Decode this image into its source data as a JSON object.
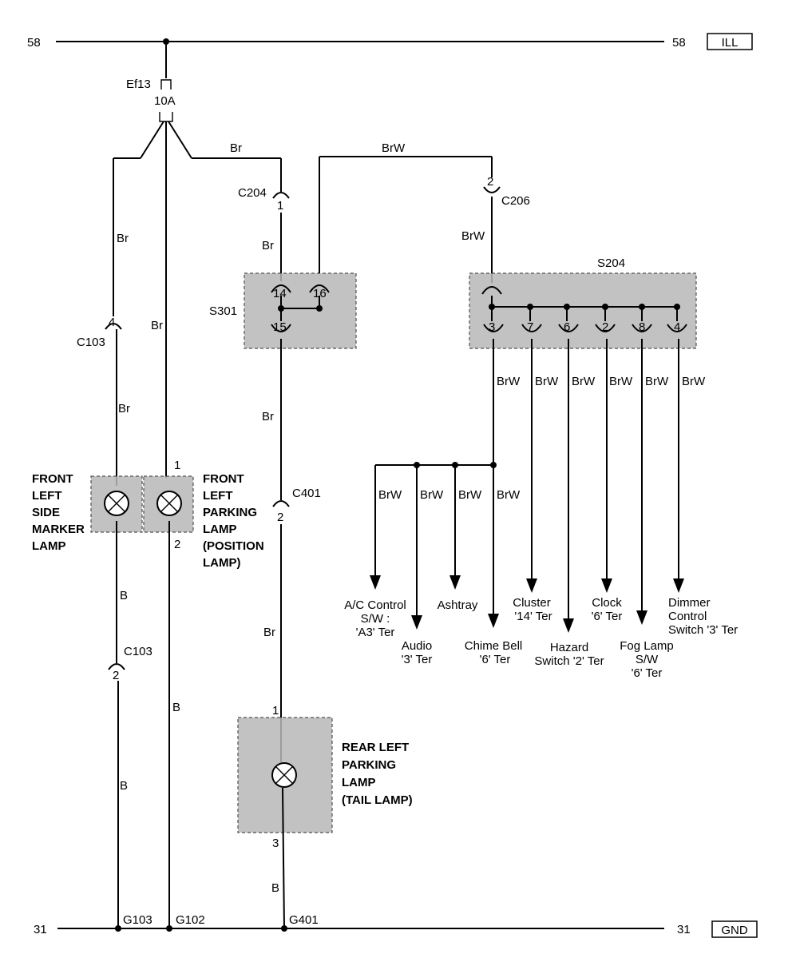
{
  "bus": {
    "top_left": "58",
    "top_right": "58",
    "top_tag": "ILL",
    "bottom_left": "31",
    "bottom_right": "31",
    "bottom_tag": "GND"
  },
  "fuse": {
    "name": "Ef13",
    "rating": "10A"
  },
  "wires": {
    "br_top": "Br",
    "br_left1": "Br",
    "br_left2": "Br",
    "br_mid": "Br",
    "br_c204": "Br",
    "br_s301": "Br",
    "br_c401": "Br",
    "brw_top": "BrW",
    "brw_c206": "BrW",
    "b_left1": "B",
    "b_left2": "B",
    "b_mid": "B",
    "b_rear": "B",
    "brw_branch": [
      "BrW",
      "BrW",
      "BrW",
      "BrW",
      "BrW",
      "BrW",
      "BrW",
      "BrW"
    ]
  },
  "connectors": {
    "c103_top": {
      "name": "C103",
      "pin": "4"
    },
    "c103_bottom": {
      "name": "C103",
      "pin": "2"
    },
    "c204": {
      "name": "C204",
      "pin": "1"
    },
    "c206": {
      "name": "C206",
      "pin": "2"
    },
    "c401": {
      "name": "C401",
      "pin": "2"
    }
  },
  "splices": {
    "s301": {
      "name": "S301",
      "pins": [
        "14",
        "16",
        "15"
      ]
    },
    "s204": {
      "name": "S204",
      "pins": [
        "3",
        "7",
        "6",
        "2",
        "8",
        "4"
      ]
    }
  },
  "lamps": {
    "front_side_marker": [
      "FRONT",
      "LEFT",
      "SIDE",
      "MARKER",
      "LAMP"
    ],
    "front_parking": [
      "FRONT",
      "LEFT",
      "PARKING",
      "LAMP",
      "(POSITION",
      "LAMP)"
    ],
    "front_parking_pins": [
      "1",
      "2"
    ],
    "rear_parking": [
      "REAR LEFT",
      "PARKING",
      "LAMP",
      "(TAIL LAMP)"
    ],
    "rear_parking_pins": [
      "1",
      "3"
    ]
  },
  "grounds": {
    "g103": "G103",
    "g102": "G102",
    "g401": "G401"
  },
  "destinations": {
    "ac_control": [
      "A/C Control",
      "S/W :",
      "'A3' Ter"
    ],
    "audio": [
      "Audio",
      "'3' Ter"
    ],
    "ashtray": [
      "Ashtray"
    ],
    "chime_bell": [
      "Chime Bell",
      "'6' Ter"
    ],
    "cluster": [
      "Cluster",
      "'14' Ter"
    ],
    "hazard": [
      "Hazard",
      "Switch '2' Ter"
    ],
    "clock": [
      "Clock",
      "'6' Ter"
    ],
    "fog_lamp": [
      "Fog Lamp",
      "S/W",
      "'6' Ter"
    ],
    "dimmer": [
      "Dimmer",
      "Control",
      "Switch '3' Ter"
    ]
  }
}
